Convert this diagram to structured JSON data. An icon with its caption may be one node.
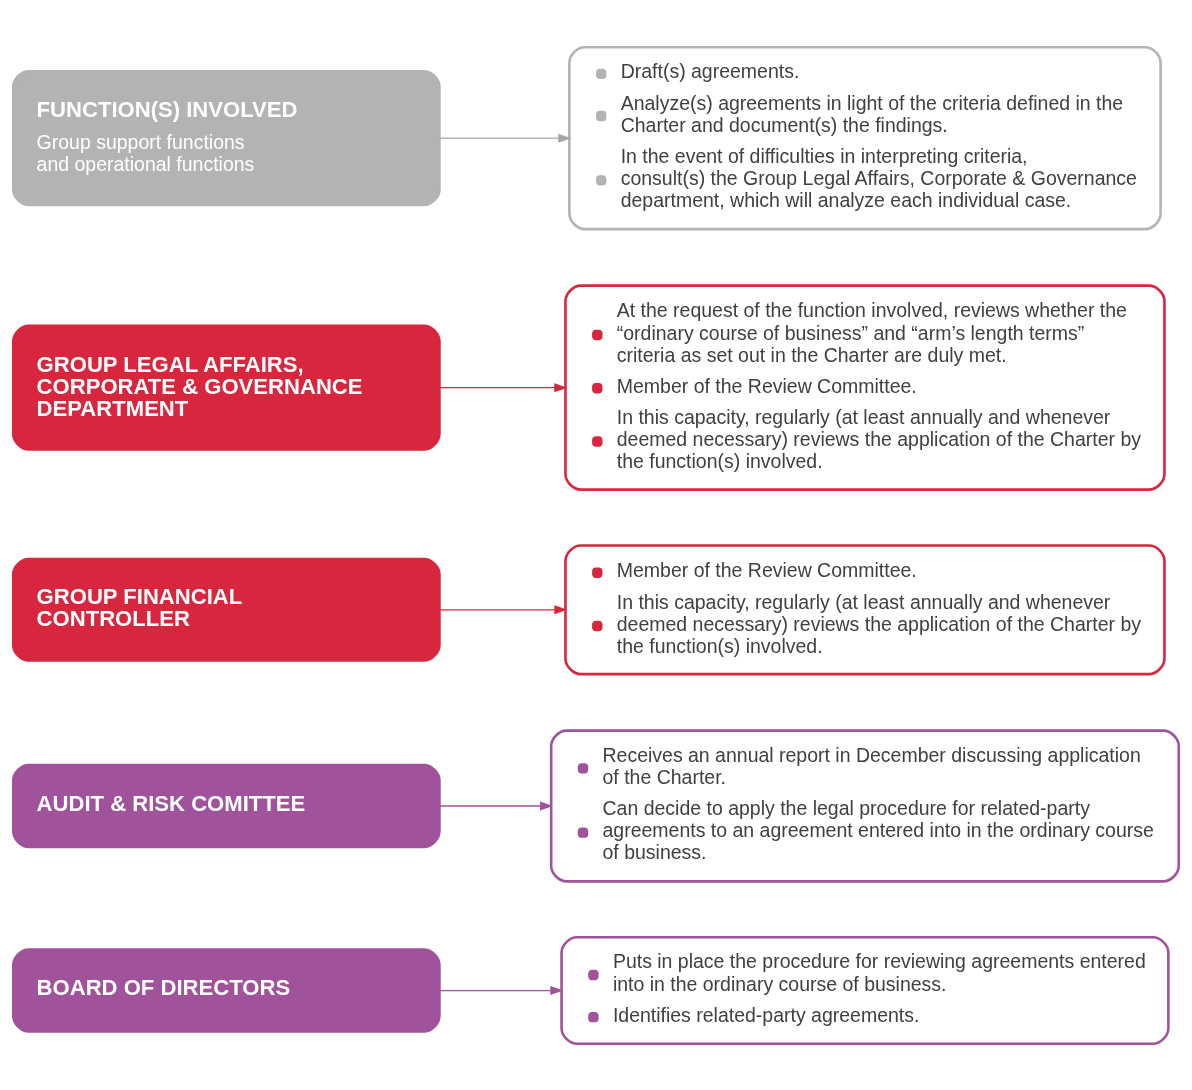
{
  "diagram": {
    "nodes": [
      {
        "text": [
          "FUNCTION(S) INVOLVED",
          "Group support functions and operational functions"
        ]
      },
      {
        "text": [
          "Draft(s) agreements.",
          "Analyze(s) agreements in light of the criteria defined in the Charter and document(s) the findings.",
          "In the event of difficulties in interpreting criteria, consult(s) the Group Legal Affairs, Corporate & Governance department, which will analyze each individual case."
        ]
      },
      {
        "text": [
          "GROUP LEGAL AFFAIRS, CORPORATE & GOVERNANCE DEPARTMENT"
        ]
      },
      {
        "text": [
          "At the request of the function involved, reviews whether the “ordinary course of business” and “arm’s length terms” criteria as set out in the Charter are duly met.",
          "Member of the Review Committee.",
          "In this capacity, regularly (at least annually and whenever deemed necessary) reviews the application of the Charter by the function(s) involved."
        ]
      },
      {
        "text": [
          "GROUP FINANCIAL CONTROLLER"
        ]
      },
      {
        "text": [
          "Member of the Review Committee.",
          "In this capacity, regularly (at least annually and whenever deemed necessary) reviews the application of the Charter by the function(s) involved."
        ]
      },
      {
        "text": [
          "AUDIT & RISK COMITTEE"
        ]
      },
      {
        "text": [
          "Receives an annual report in December discussing application of the Charter.",
          "Can decide to apply the legal procedure for related-party agreements to an agreement entered into in the ordinary course of business."
        ]
      },
      {
        "text": [
          "BOARD OF DIRECTORS"
        ]
      },
      {
        "text": [
          "Puts in place the procedure for reviewing agreements entered into in the ordinary course of business.",
          "Identifies related-party agreements."
        ]
      }
    ],
    "edges": [
      {
        "from": 0,
        "to": 1,
        "arrow": "to",
        "color": "#a6a6a6"
      },
      {
        "from": 2,
        "to": 3,
        "arrow": "to",
        "color": "#d7263d"
      },
      {
        "from": 4,
        "to": 5,
        "arrow": "to",
        "color": "#d7263d"
      },
      {
        "from": 6,
        "to": 7,
        "arrow": "to",
        "color": "#a0529b"
      },
      {
        "from": 8,
        "to": 9,
        "arrow": "to",
        "color": "#a0529b"
      }
    ]
  }
}
